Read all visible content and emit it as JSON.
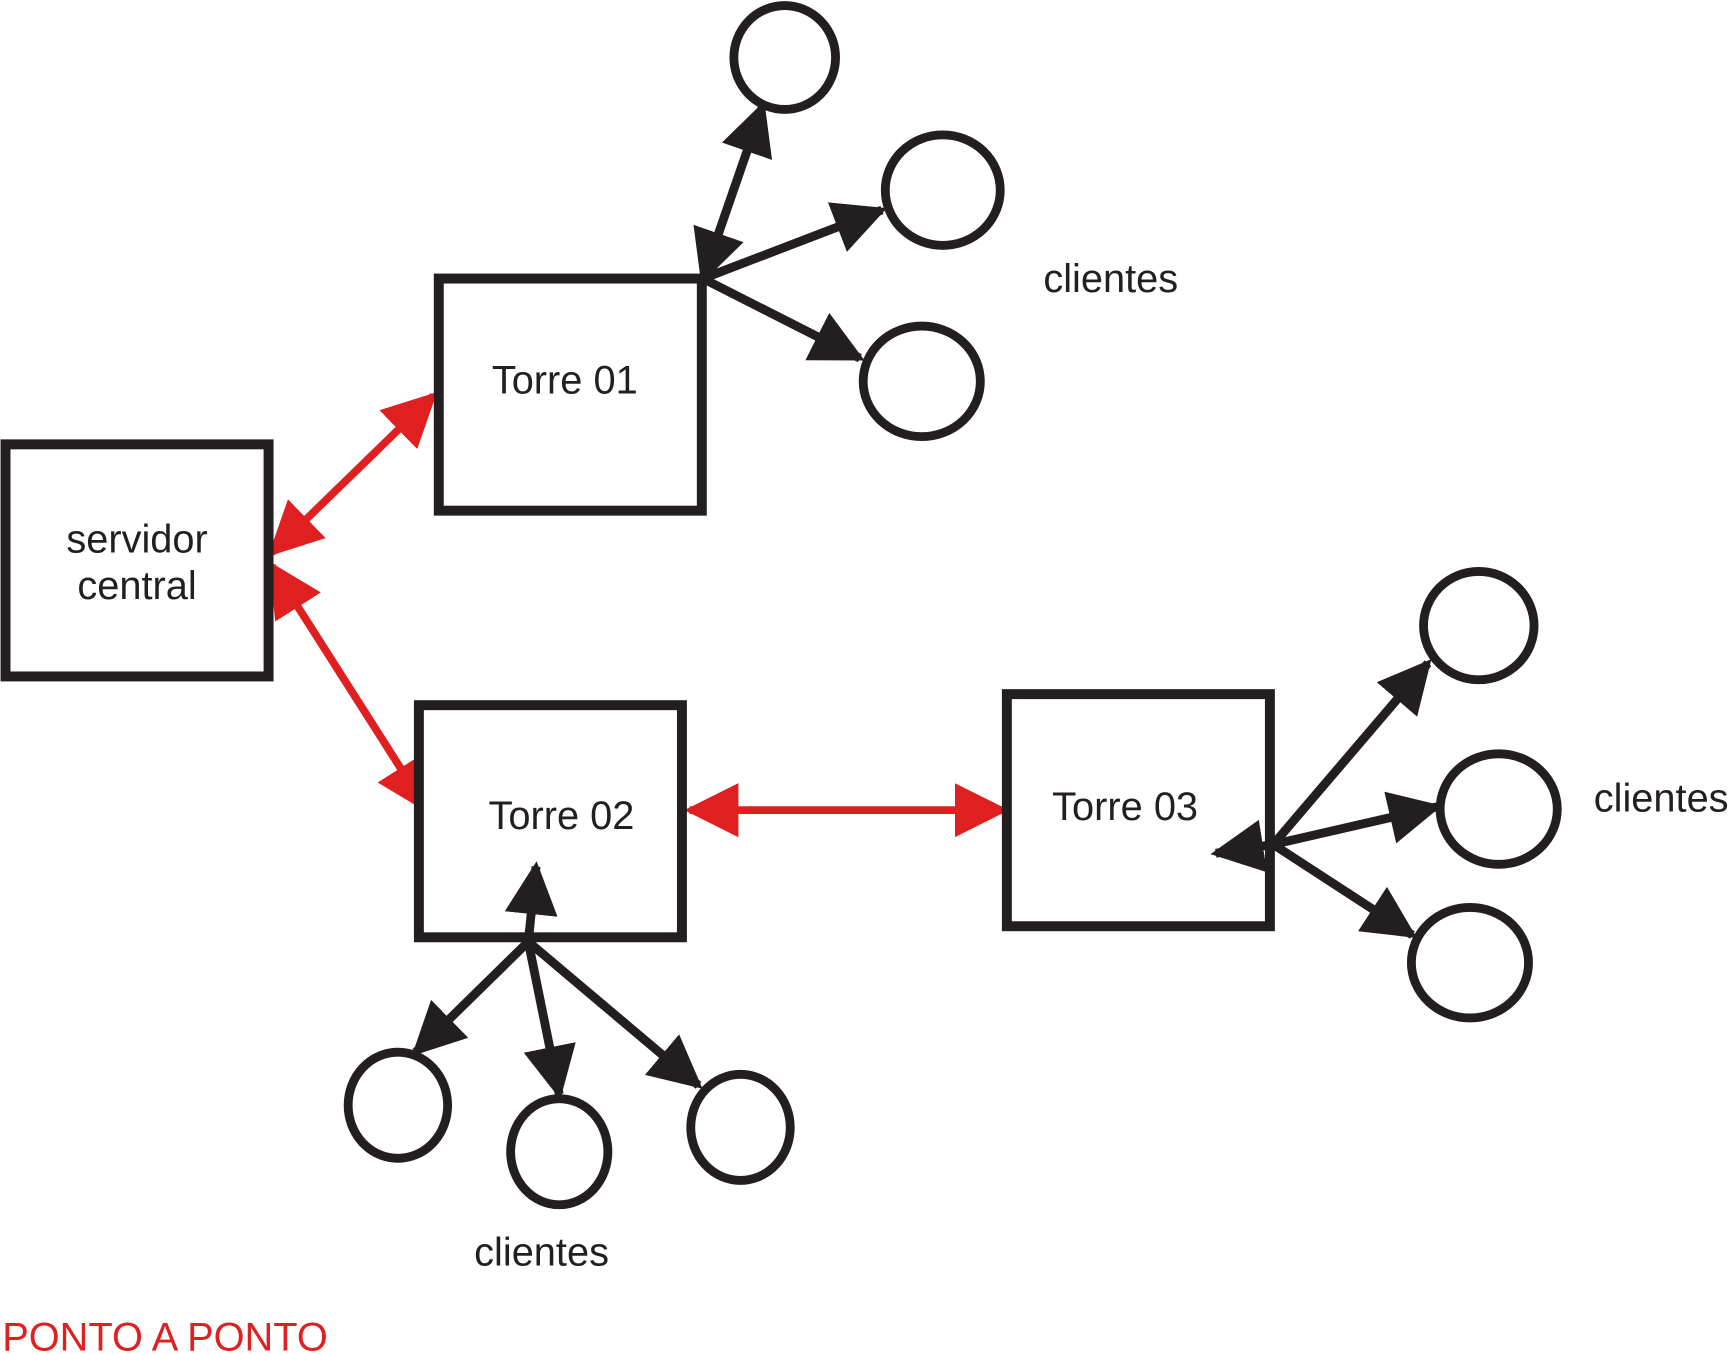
{
  "title": "PONTO A PONTO",
  "colors": {
    "title": "#e02020",
    "backbone_link": "#e02020",
    "client_link": "#231f20",
    "node_outline": "#231f20",
    "background": "#ffffff"
  },
  "nodes": {
    "server": {
      "line1": "servidor",
      "line2": "central"
    },
    "torre01": {
      "label": "Torre 01"
    },
    "torre02": {
      "label": "Torre 02"
    },
    "torre03": {
      "label": "Torre 03"
    }
  },
  "client_groups": [
    {
      "tower": "Torre 01",
      "label": "clientes",
      "client_count": 3
    },
    {
      "tower": "Torre 02",
      "label": "clientes",
      "client_count": 3
    },
    {
      "tower": "Torre 03",
      "label": "clientes",
      "client_count": 3
    }
  ],
  "links": [
    {
      "from": "servidor central",
      "to": "Torre 01",
      "type": "bidirectional",
      "kind": "backbone"
    },
    {
      "from": "servidor central",
      "to": "Torre 02",
      "type": "bidirectional",
      "kind": "backbone"
    },
    {
      "from": "Torre 02",
      "to": "Torre 03",
      "type": "bidirectional",
      "kind": "backbone"
    }
  ]
}
